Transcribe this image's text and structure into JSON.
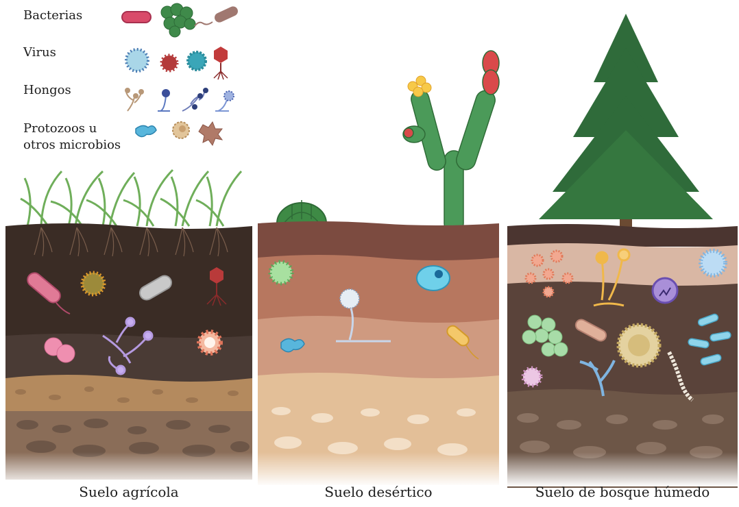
{
  "legend": {
    "items": [
      {
        "label": "Bacterias"
      },
      {
        "label": "Virus"
      },
      {
        "label": "Hongos"
      },
      {
        "label": "Protozoos u"
      },
      {
        "label": "otros microbios"
      }
    ]
  },
  "panels": [
    {
      "caption": "Suelo agrícola"
    },
    {
      "caption": "Suelo desértico"
    },
    {
      "caption": "Suelo de bosque húmedo"
    }
  ],
  "colors": {
    "agri_topsoil": "#3a2c25",
    "agri_mid": "#4a3b35",
    "desert_top": "#7c4b40",
    "desert_mid": "#b7775f",
    "desert_low": "#cf9a80",
    "forest_top": "#4b3530",
    "forest_band": "#d9b7a4",
    "forest_mid": "#5a433a",
    "sand": "#b48a5e",
    "stone": "#8a6d58",
    "cactus": "#4b9a59",
    "pine": "#2f6b3a",
    "grass": "#6fae5a"
  }
}
